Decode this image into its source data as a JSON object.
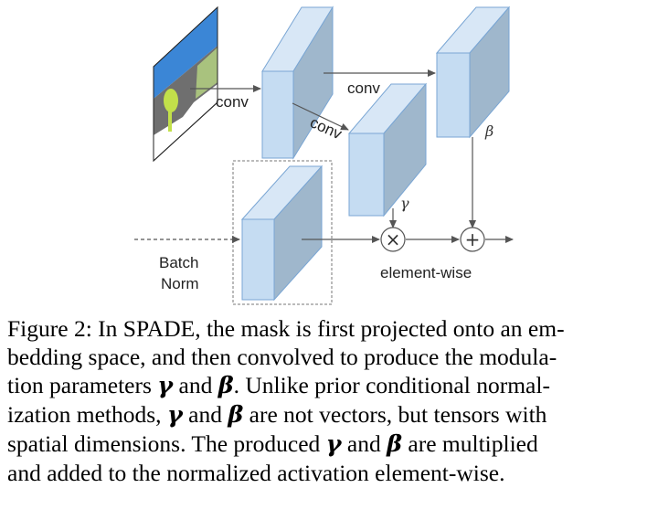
{
  "diagram": {
    "labels": {
      "conv_input": "conv",
      "conv_top": "conv",
      "conv_diag": "conv",
      "gamma": "γ",
      "beta": "β",
      "batch_norm_line1": "Batch",
      "batch_norm_line2": "Norm",
      "element_wise": "element-wise",
      "multiply_symbol": "×",
      "add_symbol": "+"
    },
    "colors": {
      "front_face": "#c5dcf2",
      "side_face": "#9fb7cc",
      "top_face": "#d8e7f6",
      "edge": "#7aa6d4",
      "arrow": "#555555",
      "mask_sky": "#3b86d6",
      "mask_road": "#6f6f6f",
      "mask_grass": "#a9c27e",
      "mask_tree": "#c2e04a"
    }
  },
  "caption": {
    "lines": [
      [
        "Figure 2: In SPADE, the mask is first projected onto an em-"
      ],
      [
        "bedding space, and then convolved to produce the modula-"
      ],
      [
        "tion parameters ",
        "γ",
        " and ",
        "β",
        ". Unlike prior conditional normal-"
      ],
      [
        "ization methods, ",
        "γ",
        " and ",
        "β",
        " are not vectors, but tensors with"
      ],
      [
        "spatial dimensions. The produced ",
        "γ",
        " and ",
        "β",
        " are multiplied"
      ],
      [
        "and added to the normalized activation element-wise."
      ]
    ]
  }
}
